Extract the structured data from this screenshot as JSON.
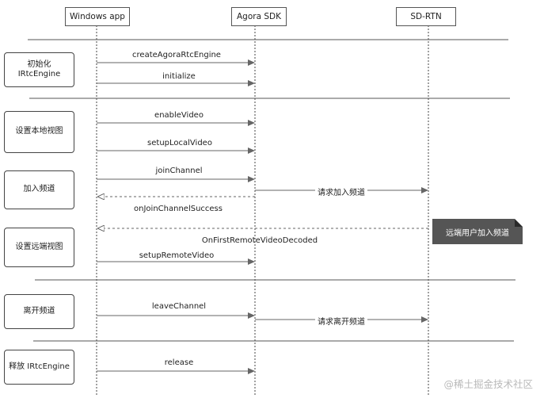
{
  "participants": {
    "app": "Windows app",
    "sdk": "Agora SDK",
    "rtn": "SD-RTN"
  },
  "phases": {
    "init": "初始化\nIRtcEngine",
    "local_view": "设置本地视图",
    "join": "加入频道",
    "remote_view": "设置远端视图",
    "leave": "离开频道",
    "release": "释放 IRtcEngine"
  },
  "messages": {
    "create_engine": "createAgoraRtcEngine",
    "initialize": "initialize",
    "enable_video": "enableVideo",
    "setup_local_video": "setupLocalVideo",
    "join_channel": "joinChannel",
    "request_join": "请求加入频道",
    "on_join_success": "onJoinChannelSuccess",
    "on_first_remote": "OnFirstRemoteVideoDecoded",
    "setup_remote_video": "setupRemoteVideo",
    "leave_channel": "leaveChannel",
    "request_leave": "请求离开频道",
    "release": "release"
  },
  "note": {
    "remote_user_joined": "远端用户加入频道"
  },
  "watermark": "@稀土掘金技术社区",
  "colors": {
    "line": "#555555",
    "note_fill": "#555555",
    "note_text": "#ffffff"
  }
}
